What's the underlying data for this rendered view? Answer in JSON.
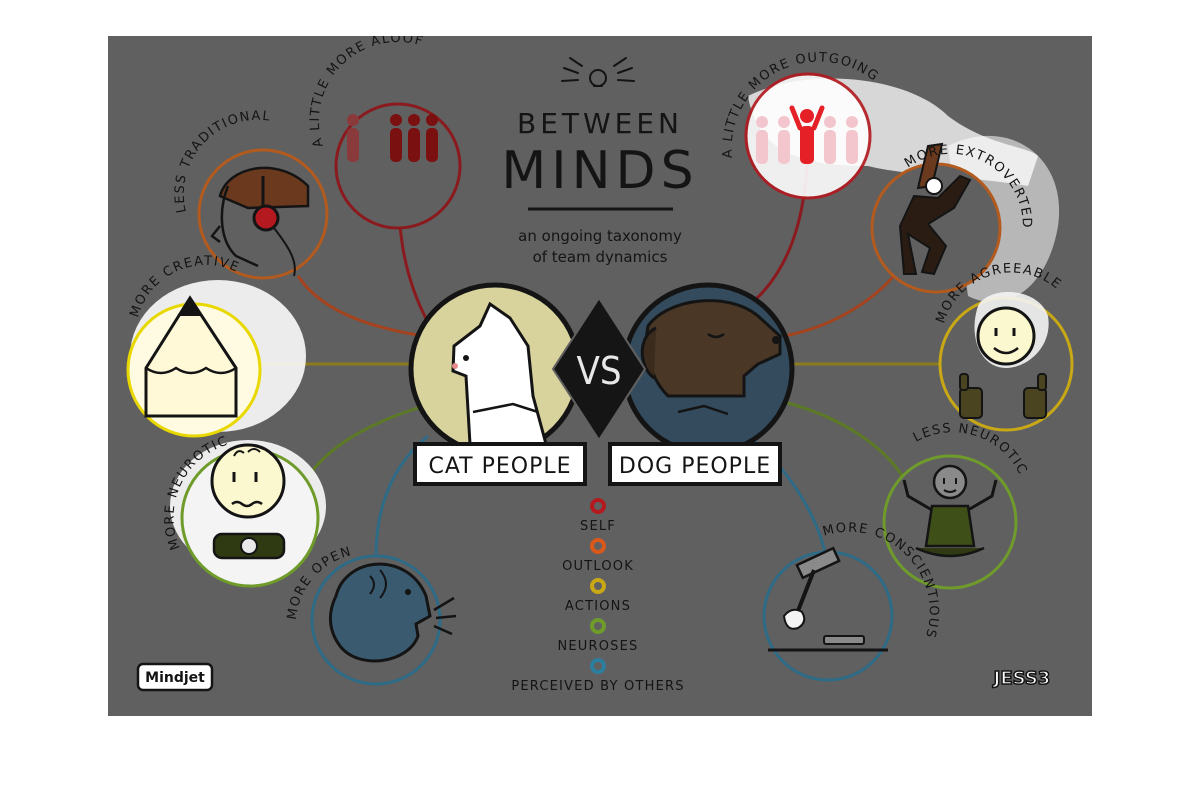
{
  "title": {
    "line1": "BETWEEN",
    "line2": "MINDS"
  },
  "subtitle": {
    "line1": "an ongoing taxonomy",
    "line2": "of team dynamics"
  },
  "cat_label": "CAT PEOPLE",
  "dog_label": "DOG PEOPLE",
  "vs_label": "VS",
  "traits": {
    "aloof": "A LITTLE MORE ALOOF",
    "traditional": "LESS TRADITIONAL",
    "creative": "MORE CREATIVE",
    "neurotic": "MORE NEUROTIC",
    "open": "MORE OPEN",
    "outgoing": "A LITTLE MORE OUTGOING",
    "extroverted": "MORE EXTROVERTED",
    "agreeable": "MORE AGREEABLE",
    "less_neurotic": "LESS NEUROTIC",
    "conscientious": "MORE CONSCIENTIOUS"
  },
  "legend": [
    {
      "label": "SELF",
      "color": "#b3191f"
    },
    {
      "label": "OUTLOOK",
      "color": "#d9591a"
    },
    {
      "label": "ACTIONS",
      "color": "#c9a815"
    },
    {
      "label": "NEUROSES",
      "color": "#6f9b2b"
    },
    {
      "label": "PERCEIVED BY OTHERS",
      "color": "#2d7e9e"
    }
  ],
  "colors": {
    "self": "#b3191f",
    "outlook": "#d9591a",
    "actions": "#c9a815",
    "neuroses": "#6f9b2b",
    "perceived": "#2d7e9e",
    "background": "#606060"
  },
  "logos": {
    "left": "Mindjet",
    "right": "JESS3"
  }
}
